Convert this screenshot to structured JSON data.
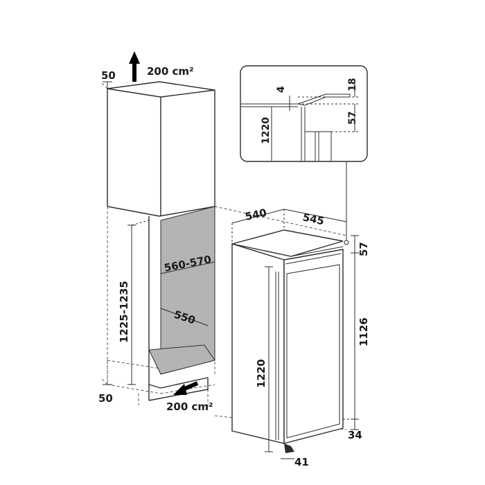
{
  "dimensions": {
    "top_clearance": "50",
    "top_vent_area": "200 cm²",
    "niche_height": "1225-1235",
    "niche_width": "560-570",
    "niche_depth": "550",
    "bottom_clearance": "50",
    "bottom_vent_area": "200 cm²",
    "appliance_depth": "540",
    "appliance_width": "545",
    "appliance_height": "1220",
    "appliance_door_height": "1126",
    "appliance_top_offset": "57",
    "appliance_bottom_offset": "34",
    "appliance_foot": "41"
  },
  "detail": {
    "gap": "4",
    "ceiling_offset": "18",
    "height": "1220",
    "top_offset": "57"
  },
  "colors": {
    "stroke": "#2b2b2b",
    "niche_fill": "#b4b4b4",
    "appliance_fill": "#ffffff"
  }
}
